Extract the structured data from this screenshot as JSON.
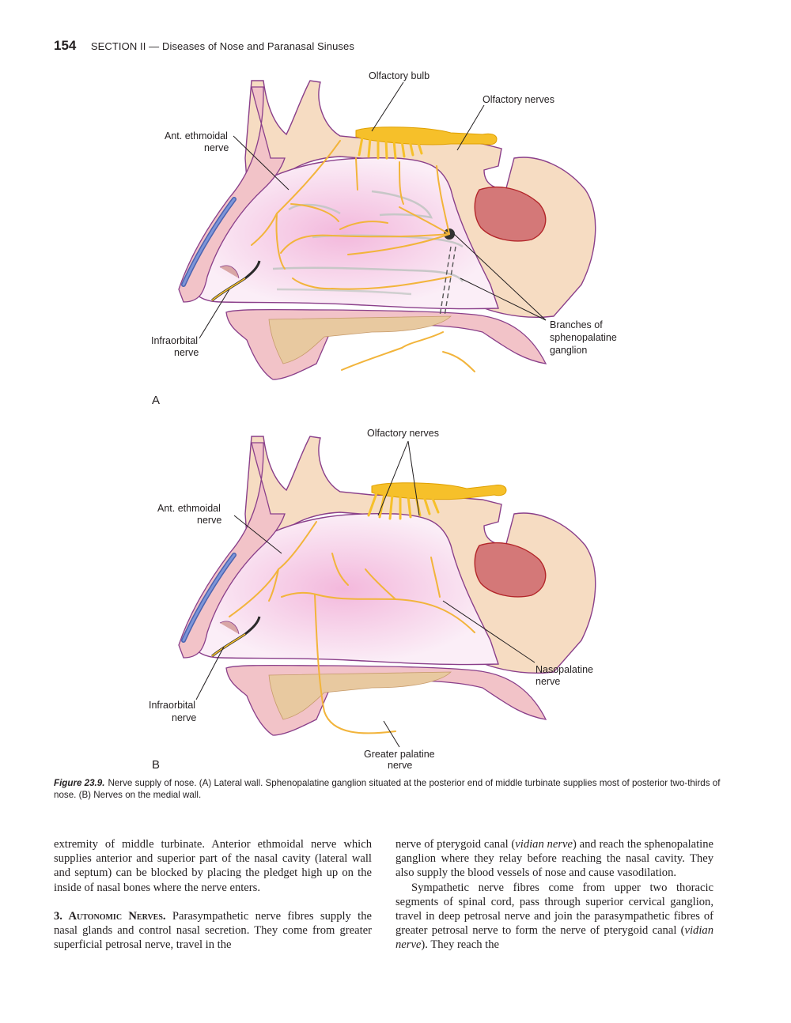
{
  "header": {
    "page_number": "154",
    "running_title": "SECTION II — Diseases of Nose and Paranasal Sinuses"
  },
  "figure_a": {
    "letter": "A",
    "labels": {
      "olfactory_bulb": "Olfactory bulb",
      "olfactory_nerves": "Olfactory nerves",
      "ant_ethmoidal_1": "Ant. ethmoidal",
      "ant_ethmoidal_2": "nerve",
      "infraorbital_1": "Infraorbital",
      "infraorbital_2": "nerve",
      "branches_1": "Branches of",
      "branches_2": "sphenopalatine",
      "branches_3": "ganglion"
    }
  },
  "figure_b": {
    "letter": "B",
    "labels": {
      "olfactory_nerves": "Olfactory nerves",
      "ant_ethmoidal_1": "Ant. ethmoidal",
      "ant_ethmoidal_2": "nerve",
      "infraorbital_1": "Infraorbital",
      "infraorbital_2": "nerve",
      "nasopalatine_1": "Nasopalatine",
      "nasopalatine_2": "nerve",
      "greater_palatine_1": "Greater palatine",
      "greater_palatine_2": "nerve"
    }
  },
  "caption": {
    "label": "Figure 23.9.",
    "text": "Nerve supply of nose. (A) Lateral wall. Sphenopalatine ganglion situated at the posterior end of middle turbinate supplies most of posterior two-thirds of nose. (B) Nerves on the medial wall."
  },
  "body": {
    "left_para1": "extremity of middle turbinate. Anterior ethmoidal nerve which supplies anterior and superior part of the nasal cavity (lateral wall and septum) can be blocked by placing the pledget high up on the inside of nasal bones where the nerve enters.",
    "left_heading": "3. Autonomic Nerves.",
    "left_para2": "Parasympathetic nerve fibres supply the nasal glands and control nasal secretion. They come from greater superficial petrosal nerve, travel in the",
    "right_para1_a": "nerve of pterygoid canal (",
    "right_para1_em": "vidian nerve",
    "right_para1_b": ") and reach the sphenopalatine ganglion where they relay before reaching the nasal cavity. They also supply the blood vessels of nose and cause vasodilation.",
    "right_para2_a": "Sympathetic nerve fibres come from upper two thoracic segments of spinal cord, pass through superior cervical ganglion, travel in deep petrosal nerve and join the parasympathetic fibres of greater petrosal nerve to form the nerve of pterygoid canal (",
    "right_para2_em": "vidian nerve",
    "right_para2_b": "). They reach the"
  }
}
